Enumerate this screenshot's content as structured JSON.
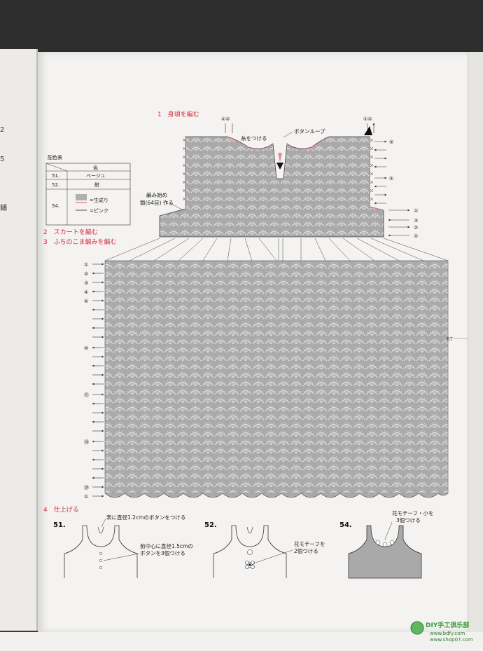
{
  "left_page": {
    "edge_chars": [
      "2",
      "5",
      "鋪"
    ]
  },
  "steps": {
    "s1": "1　身頃を編む",
    "s2": "2　スカートを編む",
    "s3": "3　ふちのこま編みを編む",
    "s4": "4　仕上げる"
  },
  "yoke": {
    "thread_label": "糸をつける",
    "button_loop": "ボタンループ",
    "start_label_1": "編み始め",
    "start_label_2": "鎖(64目) 作る",
    "top_left_rows": "①②",
    "top_right_rows": "①②",
    "right_rows": [
      "⑨",
      "⑤",
      "①",
      "③",
      "②",
      "①"
    ]
  },
  "legend": {
    "title": "配色表",
    "header": "色",
    "rows": [
      {
        "num": "51.",
        "color": "ベージュ"
      },
      {
        "num": "52.",
        "color": "紺"
      },
      {
        "num": "54.",
        "color": "=生成り"
      },
      {
        "num": "",
        "color": "=ピンク"
      }
    ],
    "colors": {
      "main": "#a8a8a8",
      "pink": "#e78aa0",
      "line": "#222222"
    }
  },
  "skirt": {
    "row_numbers": [
      "①",
      "②",
      "③",
      "④",
      "⑤",
      "⑩",
      "⑮",
      "⑳",
      "㉙",
      "①"
    ]
  },
  "page_number": "67",
  "finish": {
    "d51": {
      "num": "51.",
      "note1": "表に直径1.2cmのボタンをつける",
      "note2a": "前中心に直径1.5cmの",
      "note2b": "ボタンを3個つける"
    },
    "d52": {
      "num": "52.",
      "note_a": "花モチーフを",
      "note_b": "2個つける"
    },
    "d54": {
      "num": "54.",
      "note_a": "花モチーフ・小を",
      "note_b": "3個つける"
    }
  },
  "watermark": {
    "brand": "DIY手工俱乐部",
    "site1": "www.bdfy.com",
    "site2": "www.shop07.com"
  }
}
